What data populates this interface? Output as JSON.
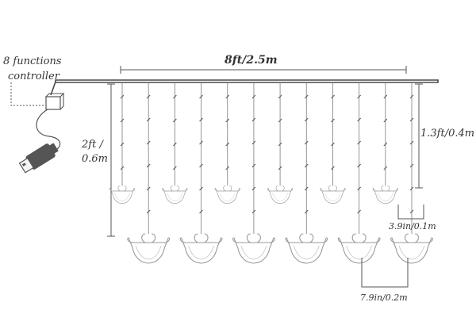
{
  "labels": {
    "controller_line1": "8 functions",
    "controller_line2": "controller",
    "total_width": "8ft/2.5m",
    "long_drop_line1": "2ft /",
    "long_drop_line2": "0.6m",
    "short_drop": "1.3ft/0.4m",
    "small_lamp_width": "3.9in/0.1m",
    "large_lamp_width": "7.9in/0.2m"
  },
  "strands": {
    "count": 12,
    "lamp_rows": [
      "short",
      "long",
      "short",
      "long",
      "short",
      "long",
      "short",
      "long",
      "short",
      "long",
      "short",
      "long"
    ]
  },
  "icons": [
    "usb-plug-icon",
    "controller-box-icon",
    "ingot-lamp-icon"
  ],
  "colors": {
    "wire": "#4a4a4a",
    "strand": "#8a8a8a",
    "text": "#333333",
    "lamp_outline": "#9a9a9a"
  }
}
